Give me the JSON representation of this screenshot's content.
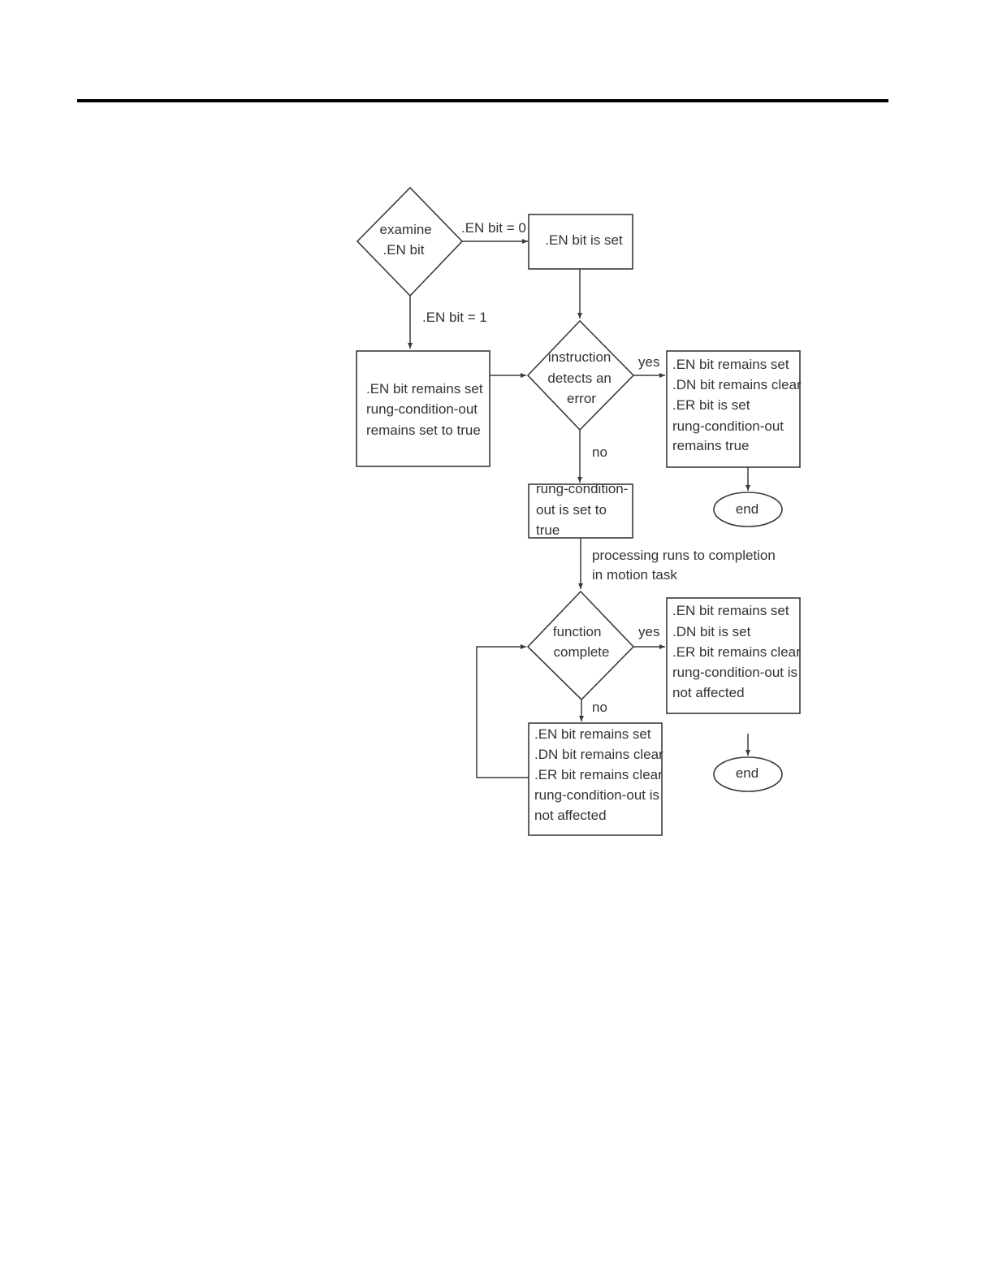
{
  "diagram": {
    "nodes": {
      "examine": {
        "lines": [
          "examine",
          ".EN bit"
        ]
      },
      "en_set": {
        "lines": [
          ".EN bit is set"
        ]
      },
      "en_remains": {
        "lines": [
          ".EN bit remains set",
          "rung-condition-out",
          "remains set to true"
        ]
      },
      "detect_error": {
        "lines": [
          "instruction",
          "detects an",
          "error"
        ]
      },
      "error_result": {
        "lines": [
          ".EN bit remains set",
          ".DN bit remains clear",
          ".ER bit is set",
          "rung-condition-out",
          "remains true"
        ]
      },
      "end_1": {
        "lines": [
          "end"
        ]
      },
      "rung_true": {
        "lines": [
          "rung-condition-",
          "out is set to",
          "true"
        ]
      },
      "func_complete": {
        "lines": [
          "function",
          "complete"
        ]
      },
      "complete_result": {
        "lines": [
          ".EN bit remains set",
          ".DN bit is set",
          ".ER bit remains clear",
          "rung-condition-out is",
          "not affected"
        ]
      },
      "incomplete_result": {
        "lines": [
          ".EN bit remains set",
          ".DN bit remains clear",
          ".ER bit remains clear",
          "rung-condition-out is",
          "not affected"
        ]
      },
      "end_2": {
        "lines": [
          "end"
        ]
      }
    },
    "edge_labels": {
      "en0": ".EN bit = 0",
      "en1": ".EN bit = 1",
      "yes_error": "yes",
      "no_error": "no",
      "processing": [
        "processing runs to completion",
        "in motion task"
      ],
      "yes_complete": "yes",
      "no_complete": "no"
    }
  }
}
